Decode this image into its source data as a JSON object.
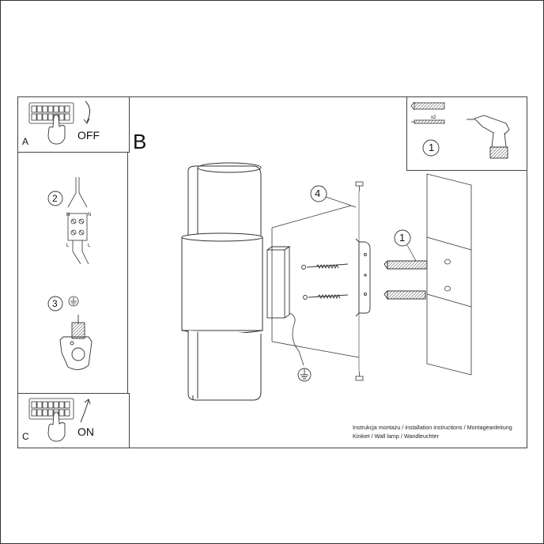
{
  "panels": {
    "a": {
      "letter": "A",
      "action": "OFF"
    },
    "c": {
      "letter": "C",
      "action": "ON"
    },
    "b": {
      "letter": "B"
    }
  },
  "steps": {
    "tools_step": "1",
    "plug_step": "1",
    "wiring_step": "2",
    "ground_step": "3",
    "bracket_step": "4"
  },
  "terminal_labels": {
    "n_left": "N",
    "l_left": "L",
    "n_right": "N",
    "l_right": "L"
  },
  "anchor_quantity": "x2",
  "footer": {
    "line1": "Instrukcja montażu / installation instructions / Montageanleitung",
    "line2": "Kinkiet / Wall lamp / Wandleuchter"
  }
}
